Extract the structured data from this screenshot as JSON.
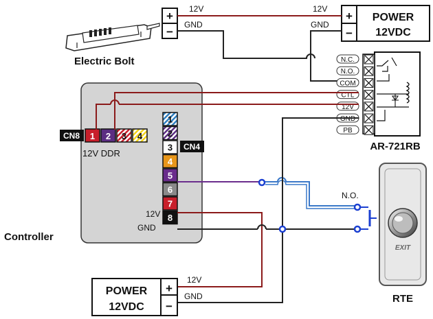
{
  "colors": {
    "power_wire": "#8b1a1a",
    "ground_wire": "#222222",
    "pin5_wire": "#6a2c8c",
    "no_wire": "#3a78c8",
    "node": "#1a3fd1",
    "controller_body": "#d4d4d4",
    "rte_body": "#e8e8e8"
  },
  "bolt": {
    "label": "Electric Bolt",
    "plus": "+",
    "minus": "−",
    "wire_12v": "12V",
    "wire_gnd": "GND"
  },
  "top_power": {
    "plus": "+",
    "minus": "−",
    "line1": "POWER",
    "line2": "12VDC",
    "wire_12v": "12V",
    "wire_gnd": "GND"
  },
  "relay": {
    "title": "AR-721RB",
    "terminals": [
      "N.C.",
      "N.O.",
      "COM",
      "CTL",
      "12V",
      "GND",
      "PB"
    ]
  },
  "controller": {
    "label": "Controller",
    "cn8_tag": "CN8",
    "cn8_pins": [
      "1",
      "2",
      "3",
      "4"
    ],
    "cn8_caption": "12V DDR",
    "cn4_tag": "CN4",
    "cn4_pins": [
      "1",
      "2",
      "3",
      "4",
      "5",
      "6",
      "7",
      "8"
    ],
    "pin7_label": "12V",
    "pin8_label": "GND"
  },
  "bottom_power": {
    "plus": "+",
    "minus": "−",
    "line1": "POWER",
    "line2": "12VDC",
    "wire_12v": "12V",
    "wire_gnd": "GND"
  },
  "rte": {
    "label": "RTE",
    "no_label": "N.O.",
    "button_text": "EXIT"
  }
}
